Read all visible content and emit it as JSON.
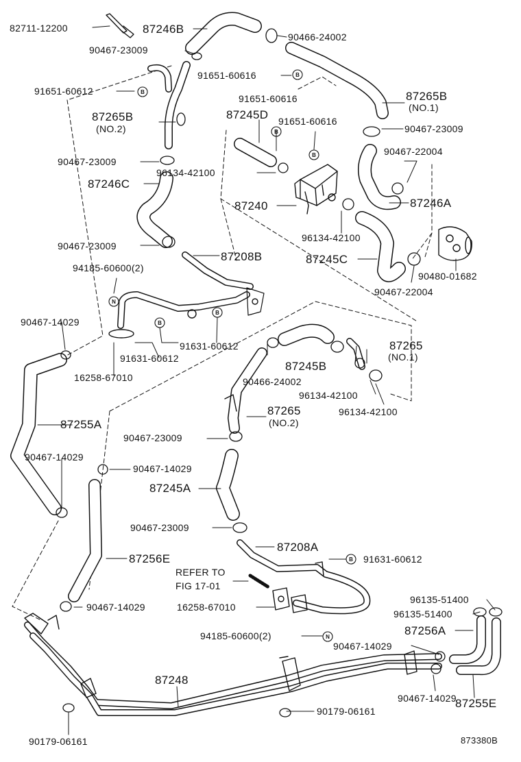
{
  "diagram_id": "873380B",
  "parts": [
    {
      "key": "p1",
      "text": "82711-12200"
    },
    {
      "key": "p2",
      "text": "87246B"
    },
    {
      "key": "p3",
      "text": "90467-23009"
    },
    {
      "key": "p4",
      "text": "90466-24002"
    },
    {
      "key": "p5",
      "text": "91651-60616"
    },
    {
      "key": "p6",
      "text": "91651-60612"
    },
    {
      "key": "p7",
      "text": "87265B"
    },
    {
      "key": "p8",
      "text": "(NO.1)"
    },
    {
      "key": "p9",
      "text": "91651-60616"
    },
    {
      "key": "p10",
      "text": "87265B"
    },
    {
      "key": "p11",
      "text": "(NO.2)"
    },
    {
      "key": "p12",
      "text": "87245D"
    },
    {
      "key": "p13",
      "text": "91651-60616"
    },
    {
      "key": "p14",
      "text": "90467-23009"
    },
    {
      "key": "p15",
      "text": "90467-22004"
    },
    {
      "key": "p16",
      "text": "90467-23009"
    },
    {
      "key": "p17",
      "text": "96134-42100"
    },
    {
      "key": "p18",
      "text": "87246C"
    },
    {
      "key": "p19",
      "text": "87240"
    },
    {
      "key": "p20",
      "text": "87246A"
    },
    {
      "key": "p21",
      "text": "96134-42100"
    },
    {
      "key": "p22",
      "text": "90467-23009"
    },
    {
      "key": "p23",
      "text": "87208B"
    },
    {
      "key": "p24",
      "text": "87245C"
    },
    {
      "key": "p25",
      "text": "90480-01682"
    },
    {
      "key": "p26",
      "text": "94185-60600(2)"
    },
    {
      "key": "p27",
      "text": "90467-22004"
    },
    {
      "key": "p28",
      "text": "90467-14029"
    },
    {
      "key": "p29",
      "text": "91631-60612"
    },
    {
      "key": "p30",
      "text": "87265"
    },
    {
      "key": "p31",
      "text": "(NO.1)"
    },
    {
      "key": "p32",
      "text": "91631-60612"
    },
    {
      "key": "p33",
      "text": "87245B"
    },
    {
      "key": "p34",
      "text": "16258-67010"
    },
    {
      "key": "p35",
      "text": "90466-24002"
    },
    {
      "key": "p36",
      "text": "96134-42100"
    },
    {
      "key": "p37",
      "text": "96134-42100"
    },
    {
      "key": "p38",
      "text": "87265"
    },
    {
      "key": "p39",
      "text": "(NO.2)"
    },
    {
      "key": "p40",
      "text": "87255A"
    },
    {
      "key": "p41",
      "text": "90467-23009"
    },
    {
      "key": "p42",
      "text": "90467-14029"
    },
    {
      "key": "p43",
      "text": "90467-14029"
    },
    {
      "key": "p44",
      "text": "87245A"
    },
    {
      "key": "p45",
      "text": "90467-23009"
    },
    {
      "key": "p46",
      "text": "87208A"
    },
    {
      "key": "p47",
      "text": "87256E"
    },
    {
      "key": "p48",
      "text": "91631-60612"
    },
    {
      "key": "p49",
      "text": "REFER TO"
    },
    {
      "key": "p50",
      "text": "FIG 17-01"
    },
    {
      "key": "p51",
      "text": "96135-51400"
    },
    {
      "key": "p52",
      "text": "96135-51400"
    },
    {
      "key": "p53",
      "text": "16258-67010"
    },
    {
      "key": "p54",
      "text": "90467-14029"
    },
    {
      "key": "p55",
      "text": "87256A"
    },
    {
      "key": "p56",
      "text": "94185-60600(2)"
    },
    {
      "key": "p57",
      "text": "90467-14029"
    },
    {
      "key": "p58",
      "text": "87248"
    },
    {
      "key": "p59",
      "text": "90179-06161"
    },
    {
      "key": "p60",
      "text": "90467-14029"
    },
    {
      "key": "p61",
      "text": "87255E"
    },
    {
      "key": "p62",
      "text": "90179-06161"
    }
  ],
  "callout_markers": {
    "b": "B",
    "n": "N"
  }
}
